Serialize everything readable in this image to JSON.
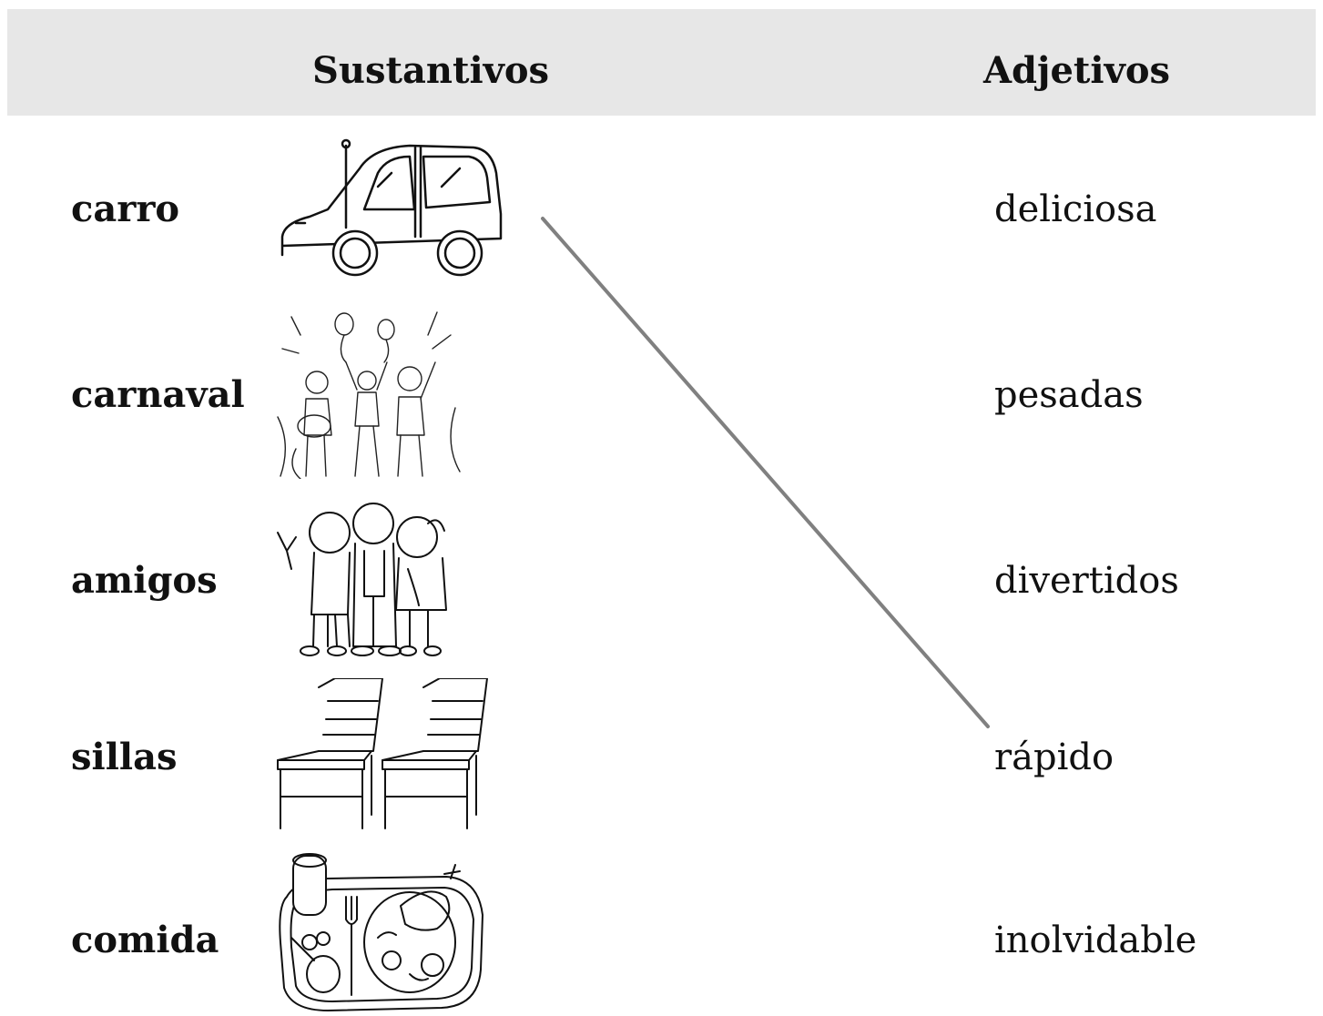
{
  "header": {
    "nouns_title": "Sustantivos",
    "adjectives_title": "Adjetivos"
  },
  "nouns": [
    {
      "label": "carro",
      "picture": "car-picture"
    },
    {
      "label": "carnaval",
      "picture": "carnival-picture"
    },
    {
      "label": "amigos",
      "picture": "friends-picture"
    },
    {
      "label": "sillas",
      "picture": "chairs-picture"
    },
    {
      "label": "comida",
      "picture": "food-tray-picture"
    }
  ],
  "adjectives": [
    {
      "label": "deliciosa"
    },
    {
      "label": "pesadas"
    },
    {
      "label": "divertidos"
    },
    {
      "label": "rápido"
    },
    {
      "label": "inolvidable"
    }
  ],
  "colors": {
    "header_bg": "#e7e7e7",
    "line": "#808080",
    "ink": "#111111"
  }
}
